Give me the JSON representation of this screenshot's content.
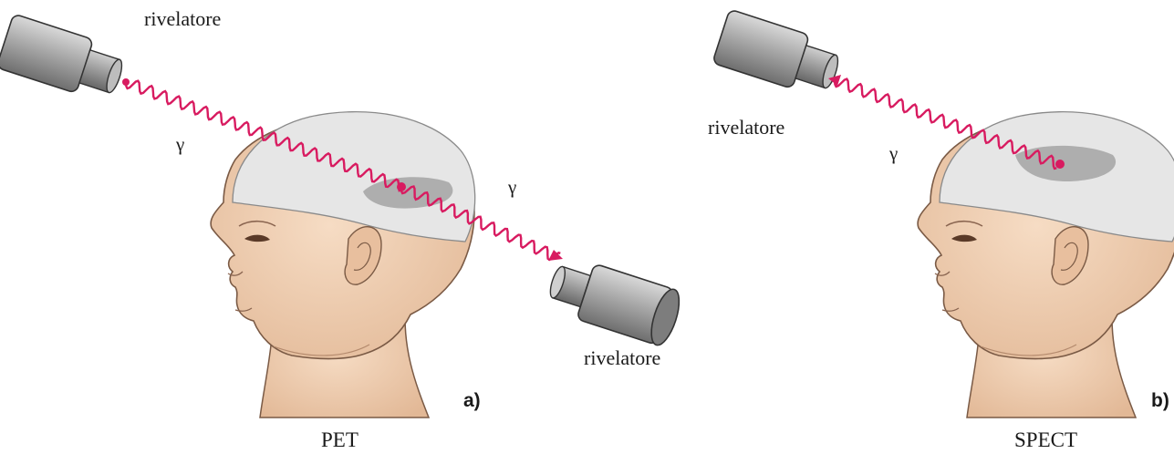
{
  "panel_a": {
    "detector_top_label": "rivelatore",
    "detector_bottom_label": "rivelatore",
    "gamma_left": "γ",
    "gamma_right": "γ",
    "panel_letter": "a)",
    "caption": "PET"
  },
  "panel_b": {
    "detector_label": "rivelatore",
    "gamma": "γ",
    "panel_letter": "b)",
    "caption": "SPECT"
  },
  "colors": {
    "ray": "#d81b60",
    "skin": "#f1d3b8",
    "skin_shadow": "#d9a987",
    "scalp": "#e4e4e4",
    "active_region": "#9c9c9c",
    "detector_body": "#8f8f8f",
    "detector_face": "#bdbdbd",
    "detector_dark": "#555555"
  },
  "icons": {
    "detector": "gamma-detector-cylinder-icon",
    "head": "human-head-profile-icon"
  }
}
